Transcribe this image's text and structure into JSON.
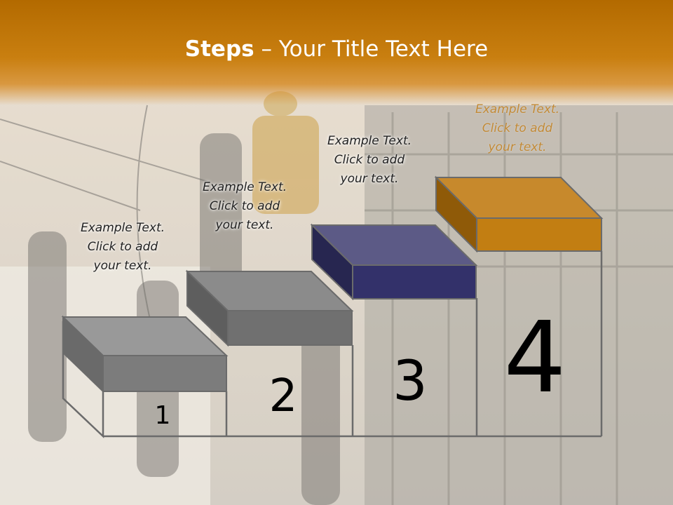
{
  "slide": {
    "title_bold": "Steps",
    "title_rest": " – Your Title Text Here"
  },
  "steps": [
    {
      "number": "1",
      "caption_1": "Example Text.",
      "caption_2": "Click  to add",
      "caption_3": "your text.",
      "color": "#8a8a8a"
    },
    {
      "number": "2",
      "caption_1": "Example Text.",
      "caption_2": "Click  to add",
      "caption_3": "your text.",
      "color": "#7a7a7a"
    },
    {
      "number": "3",
      "caption_1": "Example Text.",
      "caption_2": "Click  to add",
      "caption_3": "your text.",
      "color": "#35346a"
    },
    {
      "number": "4",
      "caption_1": "Example Text.",
      "caption_2": "Click  to add",
      "caption_3": "your text.",
      "color": "#c27e12"
    }
  ],
  "colors": {
    "title_band": "#c27e12",
    "outline": "#6b6b6b"
  }
}
